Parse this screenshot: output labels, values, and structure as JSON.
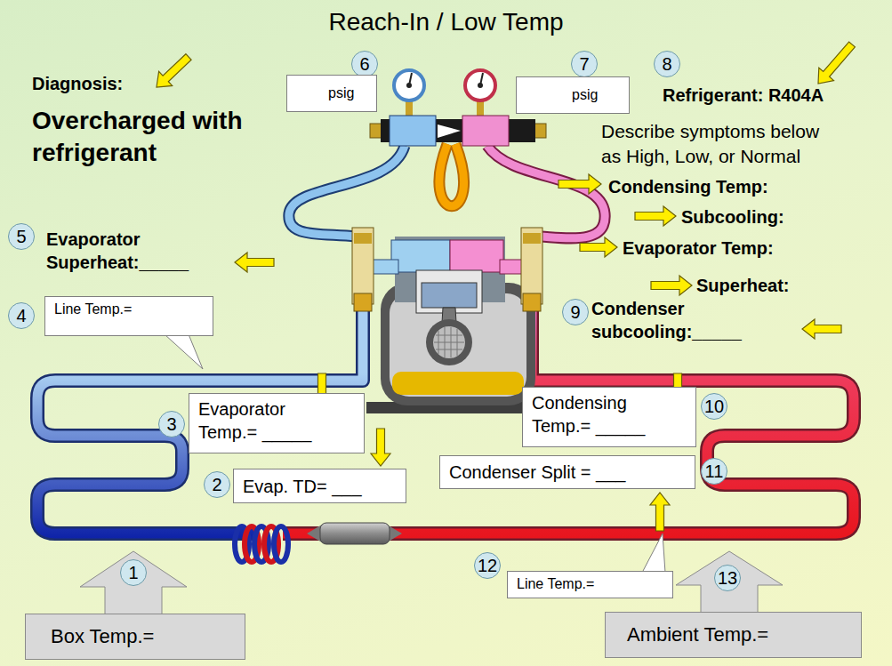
{
  "diagram": {
    "title": "Reach-In / Low Temp",
    "nodes": [
      {
        "text": [
          "psig"
        ]
      },
      {
        "text": [
          "psig"
        ]
      },
      {
        "text": [
          "Line Temp.="
        ]
      },
      {
        "text": [
          "Evaporator Temp.= _____"
        ]
      },
      {
        "text": [
          "Evap. TD= ___"
        ]
      },
      {
        "text": [
          "Condensing Temp.= _____"
        ]
      },
      {
        "text": [
          "Condenser Split = ___"
        ]
      },
      {
        "text": [
          "Line Temp.="
        ]
      },
      {
        "text": [
          "Box Temp.="
        ]
      },
      {
        "text": [
          "Ambient Temp.="
        ]
      }
    ],
    "labels": [
      "Diagnosis:",
      "Overcharged with refrigerant",
      "Refrigerant: R404A",
      "Describe symptoms below as High, Low, or Normal",
      "Condensing Temp:",
      "Subcooling:",
      "Evaporator Temp:",
      "Superheat:",
      "Evaporator Superheat:_____",
      "Condenser subcooling:_____",
      "1",
      "2",
      "3",
      "4",
      "5",
      "6",
      "7",
      "8",
      "9",
      "10",
      "11",
      "12",
      "13"
    ]
  }
}
